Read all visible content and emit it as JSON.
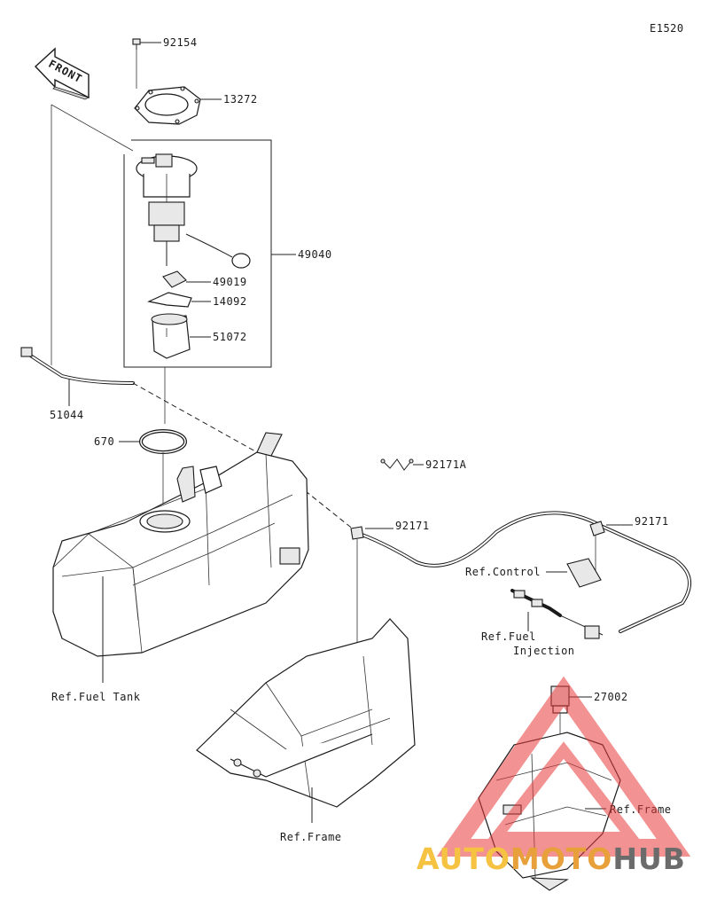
{
  "diagram_code": "E1520",
  "front_label": "FRONT",
  "parts": {
    "bolt": "92154",
    "plate": "13272",
    "pump_assembly": "49040",
    "filter": "49019",
    "bracket": "14092",
    "cup": "51072",
    "hose": "51044",
    "oring": "670",
    "clip_a": "92171A",
    "clamp_center": "92171",
    "clamp_right": "92171",
    "relay": "27002"
  },
  "refs": {
    "fuel_tank": "Ref.Fuel Tank",
    "control": "Ref.Control",
    "fuel_injection_line1": "Ref.Fuel",
    "fuel_injection_line2": "Injection",
    "frame_left": "Ref.Frame",
    "frame_right": "Ref.Frame"
  },
  "watermark": {
    "part1": "AUTO",
    "part2": "MOTO",
    "part3": "HUB",
    "color_auto": "#f5c242",
    "color_moto": "#e8a03a",
    "color_hub": "#6b6b6b",
    "triangle_color": "#e83a3a"
  }
}
